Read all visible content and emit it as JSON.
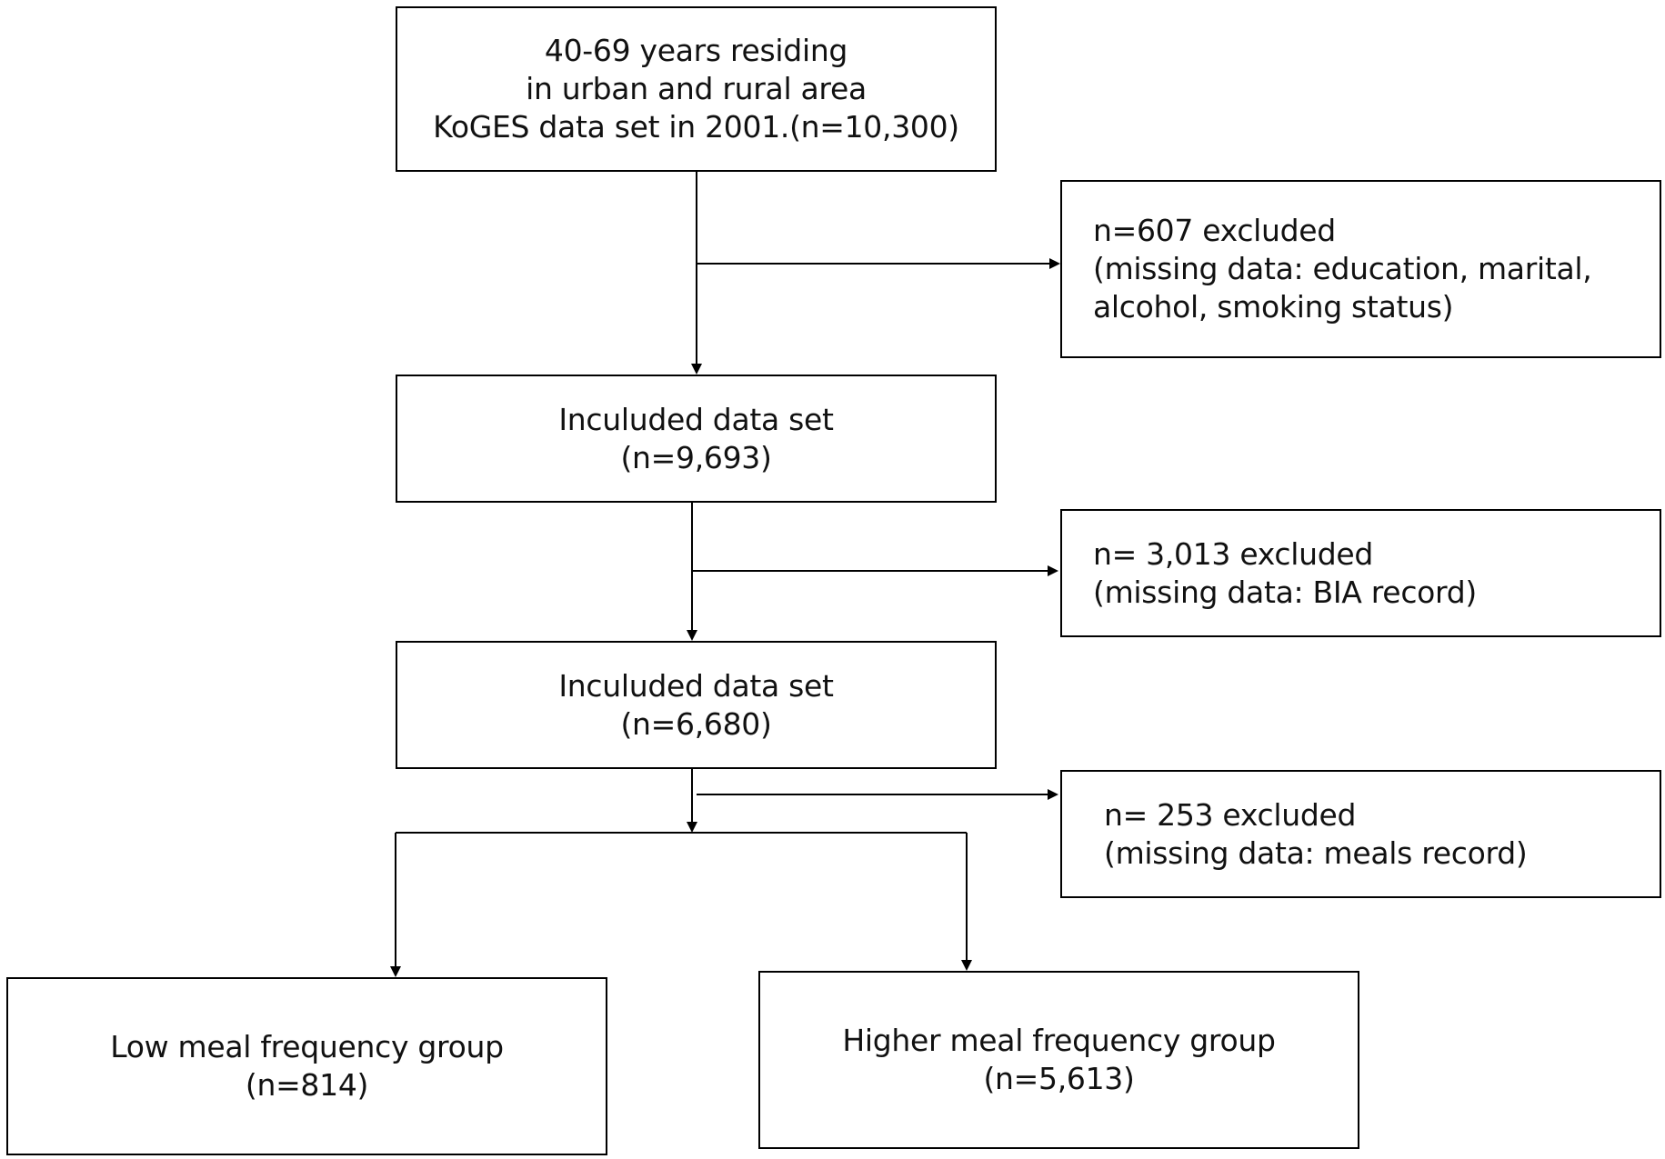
{
  "source_box": {
    "line1": "40-69 years residing",
    "line2": "in urban and rural area",
    "line3": "KoGES data set in 2001.(n=10,300)"
  },
  "exclusion_1": {
    "line1": "n=607 excluded",
    "line2": "(missing data: education, marital,",
    "line3": "alcohol, smoking status)"
  },
  "included_1": {
    "line1": "Inculuded data set",
    "line2": "(n=9,693)"
  },
  "exclusion_2": {
    "line1": "n= 3,013 excluded",
    "line2": "(missing data: BIA record)"
  },
  "included_2": {
    "line1": "Inculuded data set",
    "line2": "(n=6,680)"
  },
  "exclusion_3": {
    "line1": "n= 253 excluded",
    "line2": "(missing data: meals record)"
  },
  "group_low": {
    "line1": "Low meal frequency group",
    "line2": "(n=814)"
  },
  "group_high": {
    "line1": "Higher meal frequency group",
    "line2": "(n=5,613)"
  },
  "colors": {
    "line": "#000000",
    "text": "#111111",
    "background": "#ffffff"
  }
}
